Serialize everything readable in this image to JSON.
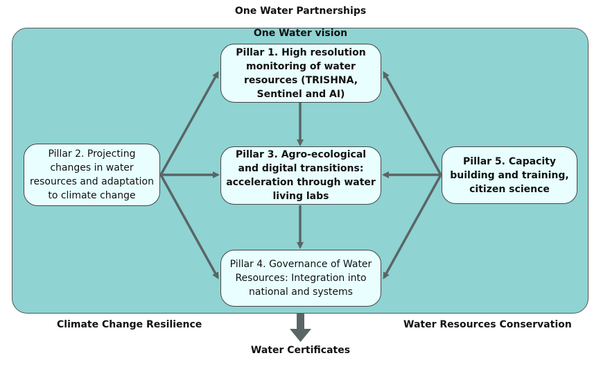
{
  "top_label": "One Water Partnerships",
  "vision_label": "One Water vision",
  "left_bottom_label": "Climate Change Resilience",
  "right_bottom_label": "Water Resources Conservation",
  "bottom_label": "Water Certificates",
  "colors": {
    "panel": "#8fd3d3",
    "box": "#e9ffff",
    "arrow": "#5a6565",
    "border": "#444444"
  },
  "pillars": {
    "p1": "Pillar 1. High resolution monitoring of water resources (TRISHNA, Sentinel and AI)",
    "p2": "Pillar 2. Projecting changes in water resources and adaptation to climate change",
    "p3": "Pillar 3. Agro-ecological and digital transitions: acceleration through water living labs",
    "p4": "Pillar 4. Governance of Water Resources: Integration into national and systems",
    "p5": "Pillar 5. Capacity building and training, citizen science"
  }
}
